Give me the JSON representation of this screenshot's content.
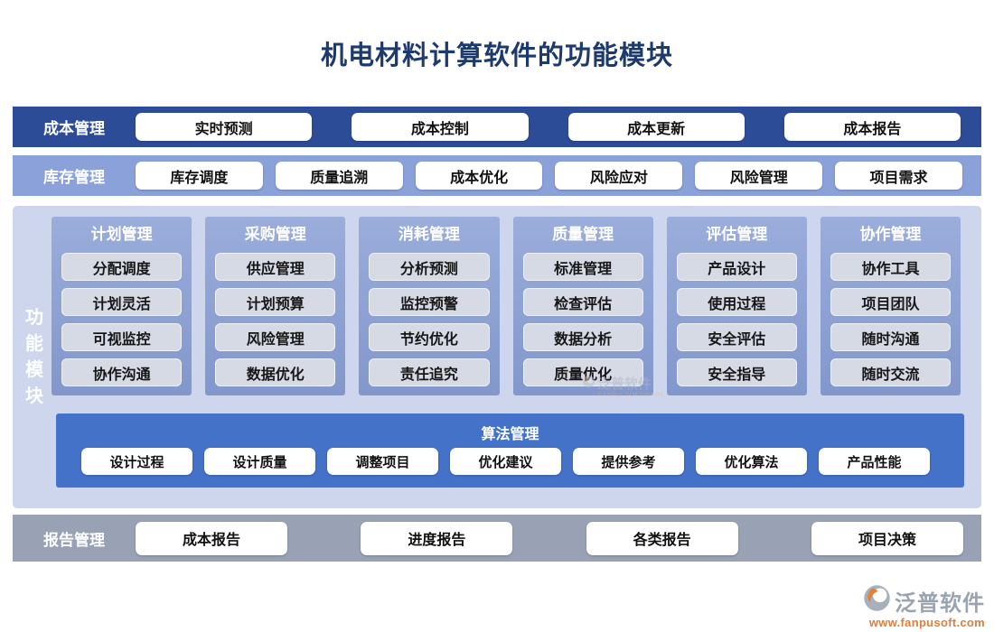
{
  "title": "机电材料计算软件的功能模块",
  "bands": [
    {
      "label": "成本管理",
      "items": [
        "实时预测",
        "成本控制",
        "成本更新",
        "成本报告"
      ]
    },
    {
      "label": "库存管理",
      "items": [
        "库存调度",
        "质量追溯",
        "成本优化",
        "风险应对",
        "风险管理",
        "项目需求"
      ]
    }
  ],
  "main": {
    "side_label": "功能模块",
    "columns": [
      {
        "header": "计划管理",
        "items": [
          "分配调度",
          "计划灵活",
          "可视监控",
          "协作沟通"
        ]
      },
      {
        "header": "采购管理",
        "items": [
          "供应管理",
          "计划预算",
          "风险管理",
          "数据优化"
        ]
      },
      {
        "header": "消耗管理",
        "items": [
          "分析预测",
          "监控预警",
          "节约优化",
          "责任追究"
        ]
      },
      {
        "header": "质量管理",
        "items": [
          "标准管理",
          "检查评估",
          "数据分析",
          "质量优化"
        ]
      },
      {
        "header": "评估管理",
        "items": [
          "产品设计",
          "使用过程",
          "安全评估",
          "安全指导"
        ]
      },
      {
        "header": "协作管理",
        "items": [
          "协作工具",
          "项目团队",
          "随时沟通",
          "随时交流"
        ]
      }
    ],
    "algorithm": {
      "header": "算法管理",
      "items": [
        "设计过程",
        "设计质量",
        "调整项目",
        "优化建议",
        "提供参考",
        "优化算法",
        "产品性能"
      ]
    }
  },
  "report": {
    "label": "报告管理",
    "items": [
      "成本报告",
      "进度报告",
      "各类报告",
      "项目决策"
    ]
  },
  "watermark": {
    "brand": "泛普软件",
    "sub": "FANPU SOFTWARE"
  },
  "footer": {
    "brand": "泛普软件",
    "url": "www.fanpusoft.com"
  },
  "colors": {
    "title": "#1d3a6d",
    "band_cost": "#2d4c97",
    "band_inventory": "#8aa1d9",
    "panel": "#cdd6ec",
    "column_top": "#9aaddb",
    "column_bottom": "#8297cb",
    "chip": "#d6dae5",
    "algorithm": "#4372c8",
    "report": "#98a2b4",
    "brand_gray": "#9aa4b1",
    "brand_orange": "#dd7f3c"
  }
}
